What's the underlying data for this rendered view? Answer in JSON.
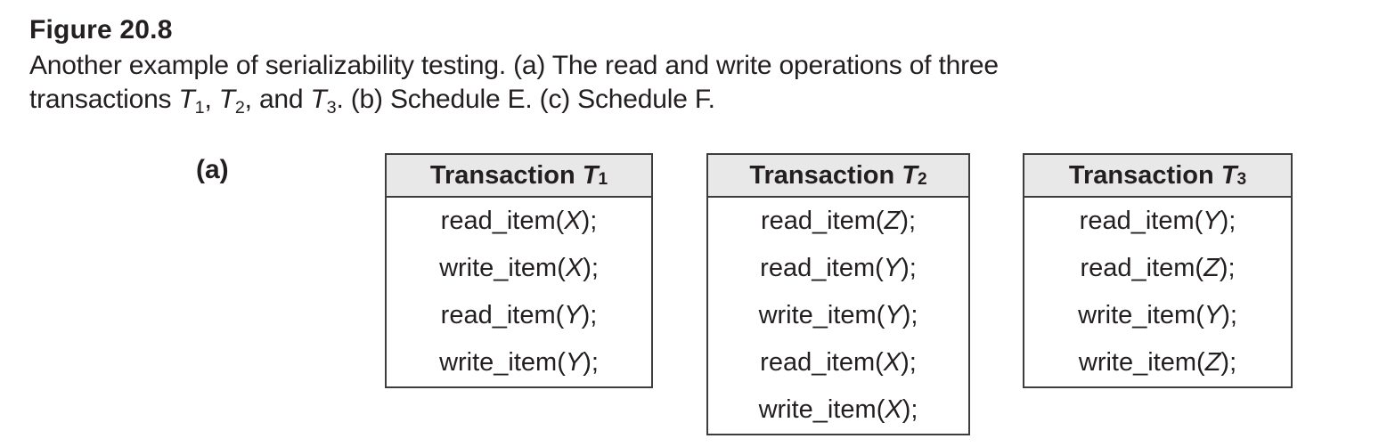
{
  "figure": {
    "label": "Figure 20.8",
    "caption_line1": "Another example of serializability testing. (a) The read and write operations of three",
    "caption_line2_parts": [
      "transactions ",
      "T",
      "1",
      ", ",
      "T",
      "2",
      ", and ",
      "T",
      "3",
      ". (b) Schedule E. (c) Schedule F."
    ]
  },
  "panel_label": "(a)",
  "tables": [
    {
      "title_parts": [
        "Transaction ",
        "T",
        "1"
      ],
      "operations": [
        {
          "prefix": "read_item(",
          "var": "X",
          "suffix": ");"
        },
        {
          "prefix": "write_item(",
          "var": "X",
          "suffix": ");"
        },
        {
          "prefix": "read_item(",
          "var": "Y",
          "suffix": ");"
        },
        {
          "prefix": "write_item(",
          "var": "Y",
          "suffix": ");"
        }
      ]
    },
    {
      "title_parts": [
        "Transaction ",
        "T",
        "2"
      ],
      "operations": [
        {
          "prefix": "read_item(",
          "var": "Z",
          "suffix": ");"
        },
        {
          "prefix": "read_item(",
          "var": "Y",
          "suffix": ");"
        },
        {
          "prefix": "write_item(",
          "var": "Y",
          "suffix": ");"
        },
        {
          "prefix": "read_item(",
          "var": "X",
          "suffix": ");"
        },
        {
          "prefix": "write_item(",
          "var": "X",
          "suffix": ");"
        }
      ]
    },
    {
      "title_parts": [
        "Transaction ",
        "T",
        "3"
      ],
      "operations": [
        {
          "prefix": "read_item(",
          "var": "Y",
          "suffix": ");"
        },
        {
          "prefix": "read_item(",
          "var": "Z",
          "suffix": ");"
        },
        {
          "prefix": "write_item(",
          "var": "Y",
          "suffix": ");"
        },
        {
          "prefix": "write_item(",
          "var": "Z",
          "suffix": ");"
        }
      ]
    }
  ],
  "colors": {
    "header_bg": "#e8e8e8",
    "border": "#3d3d3d",
    "text": "#231f20"
  }
}
